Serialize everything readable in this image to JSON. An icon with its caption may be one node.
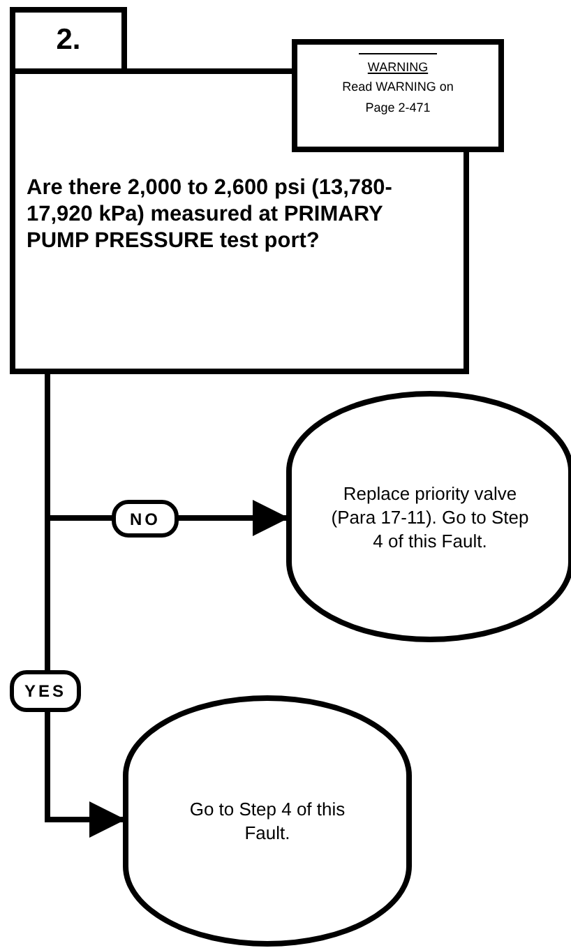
{
  "diagram": {
    "nodes": [
      {
        "text": [
          "2."
        ]
      },
      {
        "text": [
          "Are there 2,000 to 2,600 psi (13,780-17,920 kPa) measured at PRIMARY PUMP PRESSURE test port?"
        ]
      },
      {
        "text": [
          "WARNING",
          "Read WARNING on Page 2-471"
        ]
      },
      {
        "text": [
          "Replace priority valve (Para 17-11). Go to Step 4 of this Fault."
        ]
      },
      {
        "text": [
          "Go to Step 4 of this Fault."
        ]
      }
    ],
    "edges": [
      {
        "from": 1,
        "to": 3,
        "arrow": "to",
        "label": "NO"
      },
      {
        "from": 1,
        "to": 4,
        "arrow": "to",
        "label": "YES"
      }
    ]
  }
}
